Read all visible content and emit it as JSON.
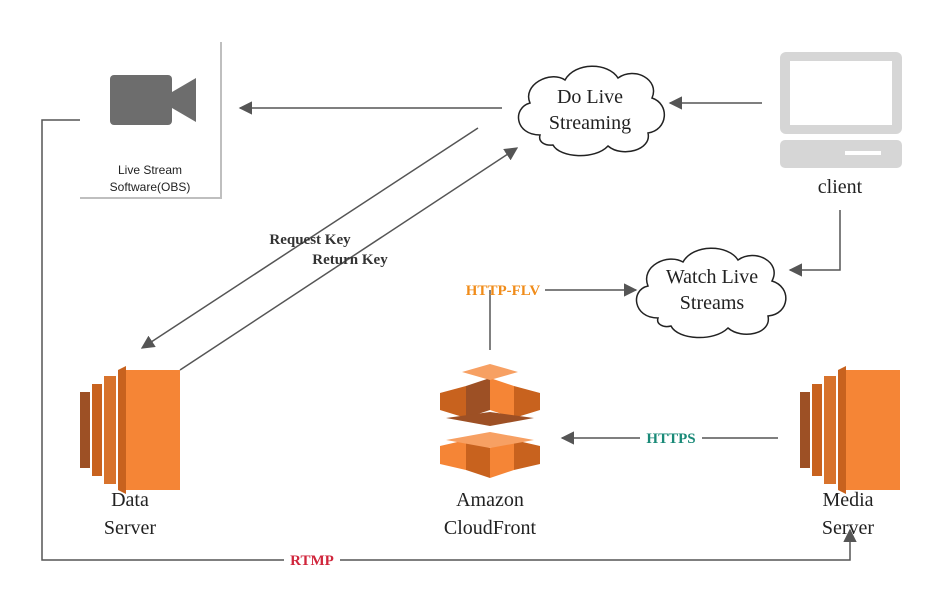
{
  "nodes": {
    "obs": {
      "label_line1": "Live Stream",
      "label_line2": "Software(OBS)",
      "icon": "video-camera-icon"
    },
    "do_live": {
      "label_line1": "Do Live",
      "label_line2": "Streaming",
      "icon": "cloud-shape"
    },
    "client": {
      "label": "client",
      "icon": "desktop-computer-icon"
    },
    "watch_live": {
      "label_line1": "Watch Live",
      "label_line2": "Streams",
      "icon": "cloud-shape"
    },
    "data_server": {
      "label_line1": "Data",
      "label_line2": "Server",
      "icon": "ec2-instance-icon"
    },
    "cloudfront": {
      "label_line1": "Amazon",
      "label_line2": "CloudFront",
      "icon": "cloudfront-icon"
    },
    "media_server": {
      "label_line1": "Media",
      "label_line2": "Server",
      "icon": "ec2-instance-icon"
    }
  },
  "edges": {
    "request_key": "Request Key",
    "return_key": "Return Key",
    "http_flv": "HTTP-FLV",
    "https": "HTTPS",
    "rtmp": "RTMP"
  },
  "colors": {
    "aws_orange": "#f58536",
    "aws_orange_dark": "#9d5025",
    "aws_orange_mid": "#c8621e",
    "http_flv": "#f08c1a",
    "https": "#1a8a78",
    "rtmp": "#d0263c",
    "arrow": "#555555",
    "icon_gray": "#6d6d6d"
  }
}
